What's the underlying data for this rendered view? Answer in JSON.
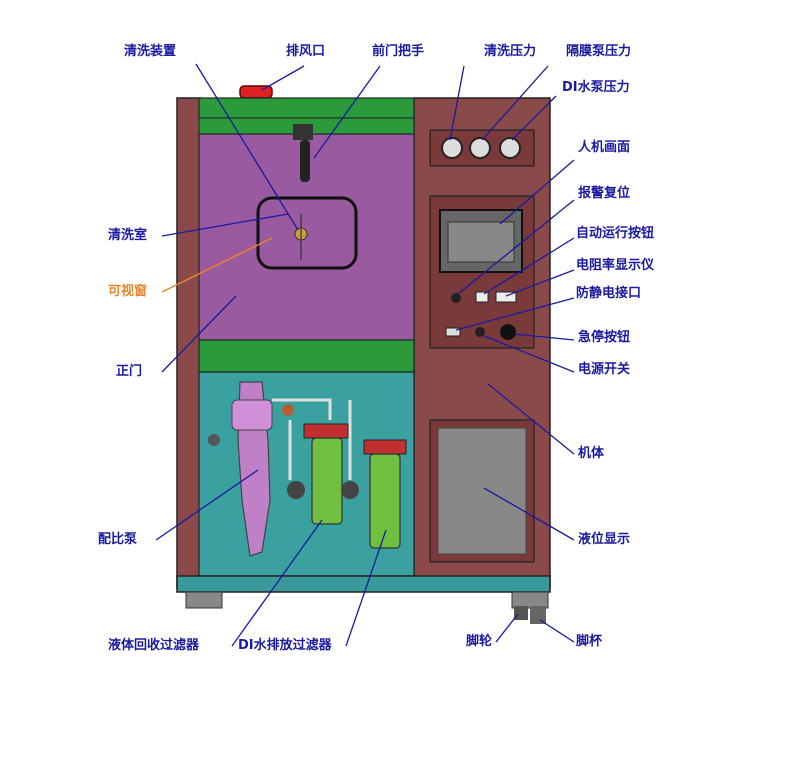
{
  "colors": {
    "label": "#1a1aa0",
    "label_highlight": "#e8862a",
    "cabinet": "#8b4a4a",
    "chamber": "#9a5aa0",
    "trim": "#2a9a3a",
    "lower_bay": "#3aa0a0",
    "base": "#3a9a9a",
    "leader": "#1a1aa0"
  },
  "labels": {
    "cleaning_device": "清洗装置",
    "exhaust_port": "排风口",
    "front_door_handle": "前门把手",
    "cleaning_pressure": "清洗压力",
    "diaphragm_pump_pressure": "隔膜泵压力",
    "di_water_pump_pressure": "DI水泵压力",
    "hmi_screen": "人机画面",
    "alarm_reset": "报警复位",
    "auto_run_button": "自动运行按钮",
    "resistivity_display": "电阻率显示仪",
    "antistatic_ground_port": "防静电接口",
    "emergency_stop_button": "急停按钮",
    "power_switch": "电源开关",
    "cleaning_chamber": "清洗室",
    "viewing_window": "可视窗",
    "front_door": "正门",
    "machine_body": "机体",
    "proportioning_pump": "配比泵",
    "level_indicator": "液位显示",
    "liquid_recovery_filter": "液体回收过滤器",
    "di_water_drain_filter": "DI水排放过滤器",
    "caster_wheel": "脚轮",
    "leveling_foot": "脚杯"
  }
}
